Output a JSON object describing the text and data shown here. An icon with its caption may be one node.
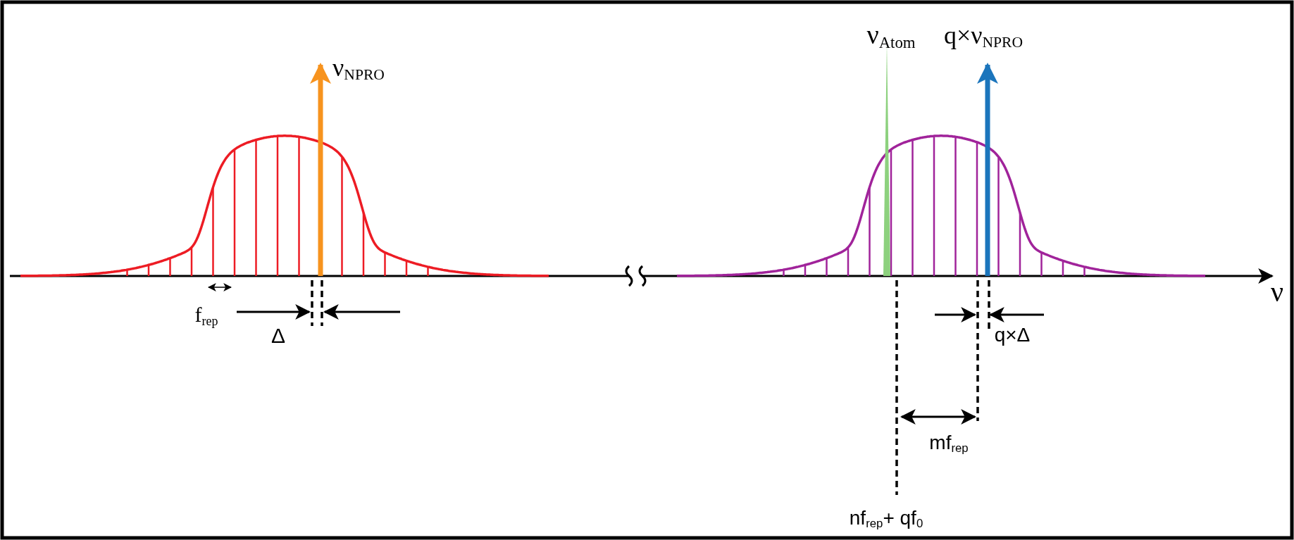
{
  "diagram": {
    "labels": [
      "ν$_{Atom}$",
      "q×ν$_{NPRO}$",
      "ν$_{NPRO}$",
      "ν",
      "f$_{rep}$",
      "Δ",
      "q×Δ",
      "mf$_{rep}$",
      "nf$_{rep}$+ qf$_{0}$"
    ]
  }
}
